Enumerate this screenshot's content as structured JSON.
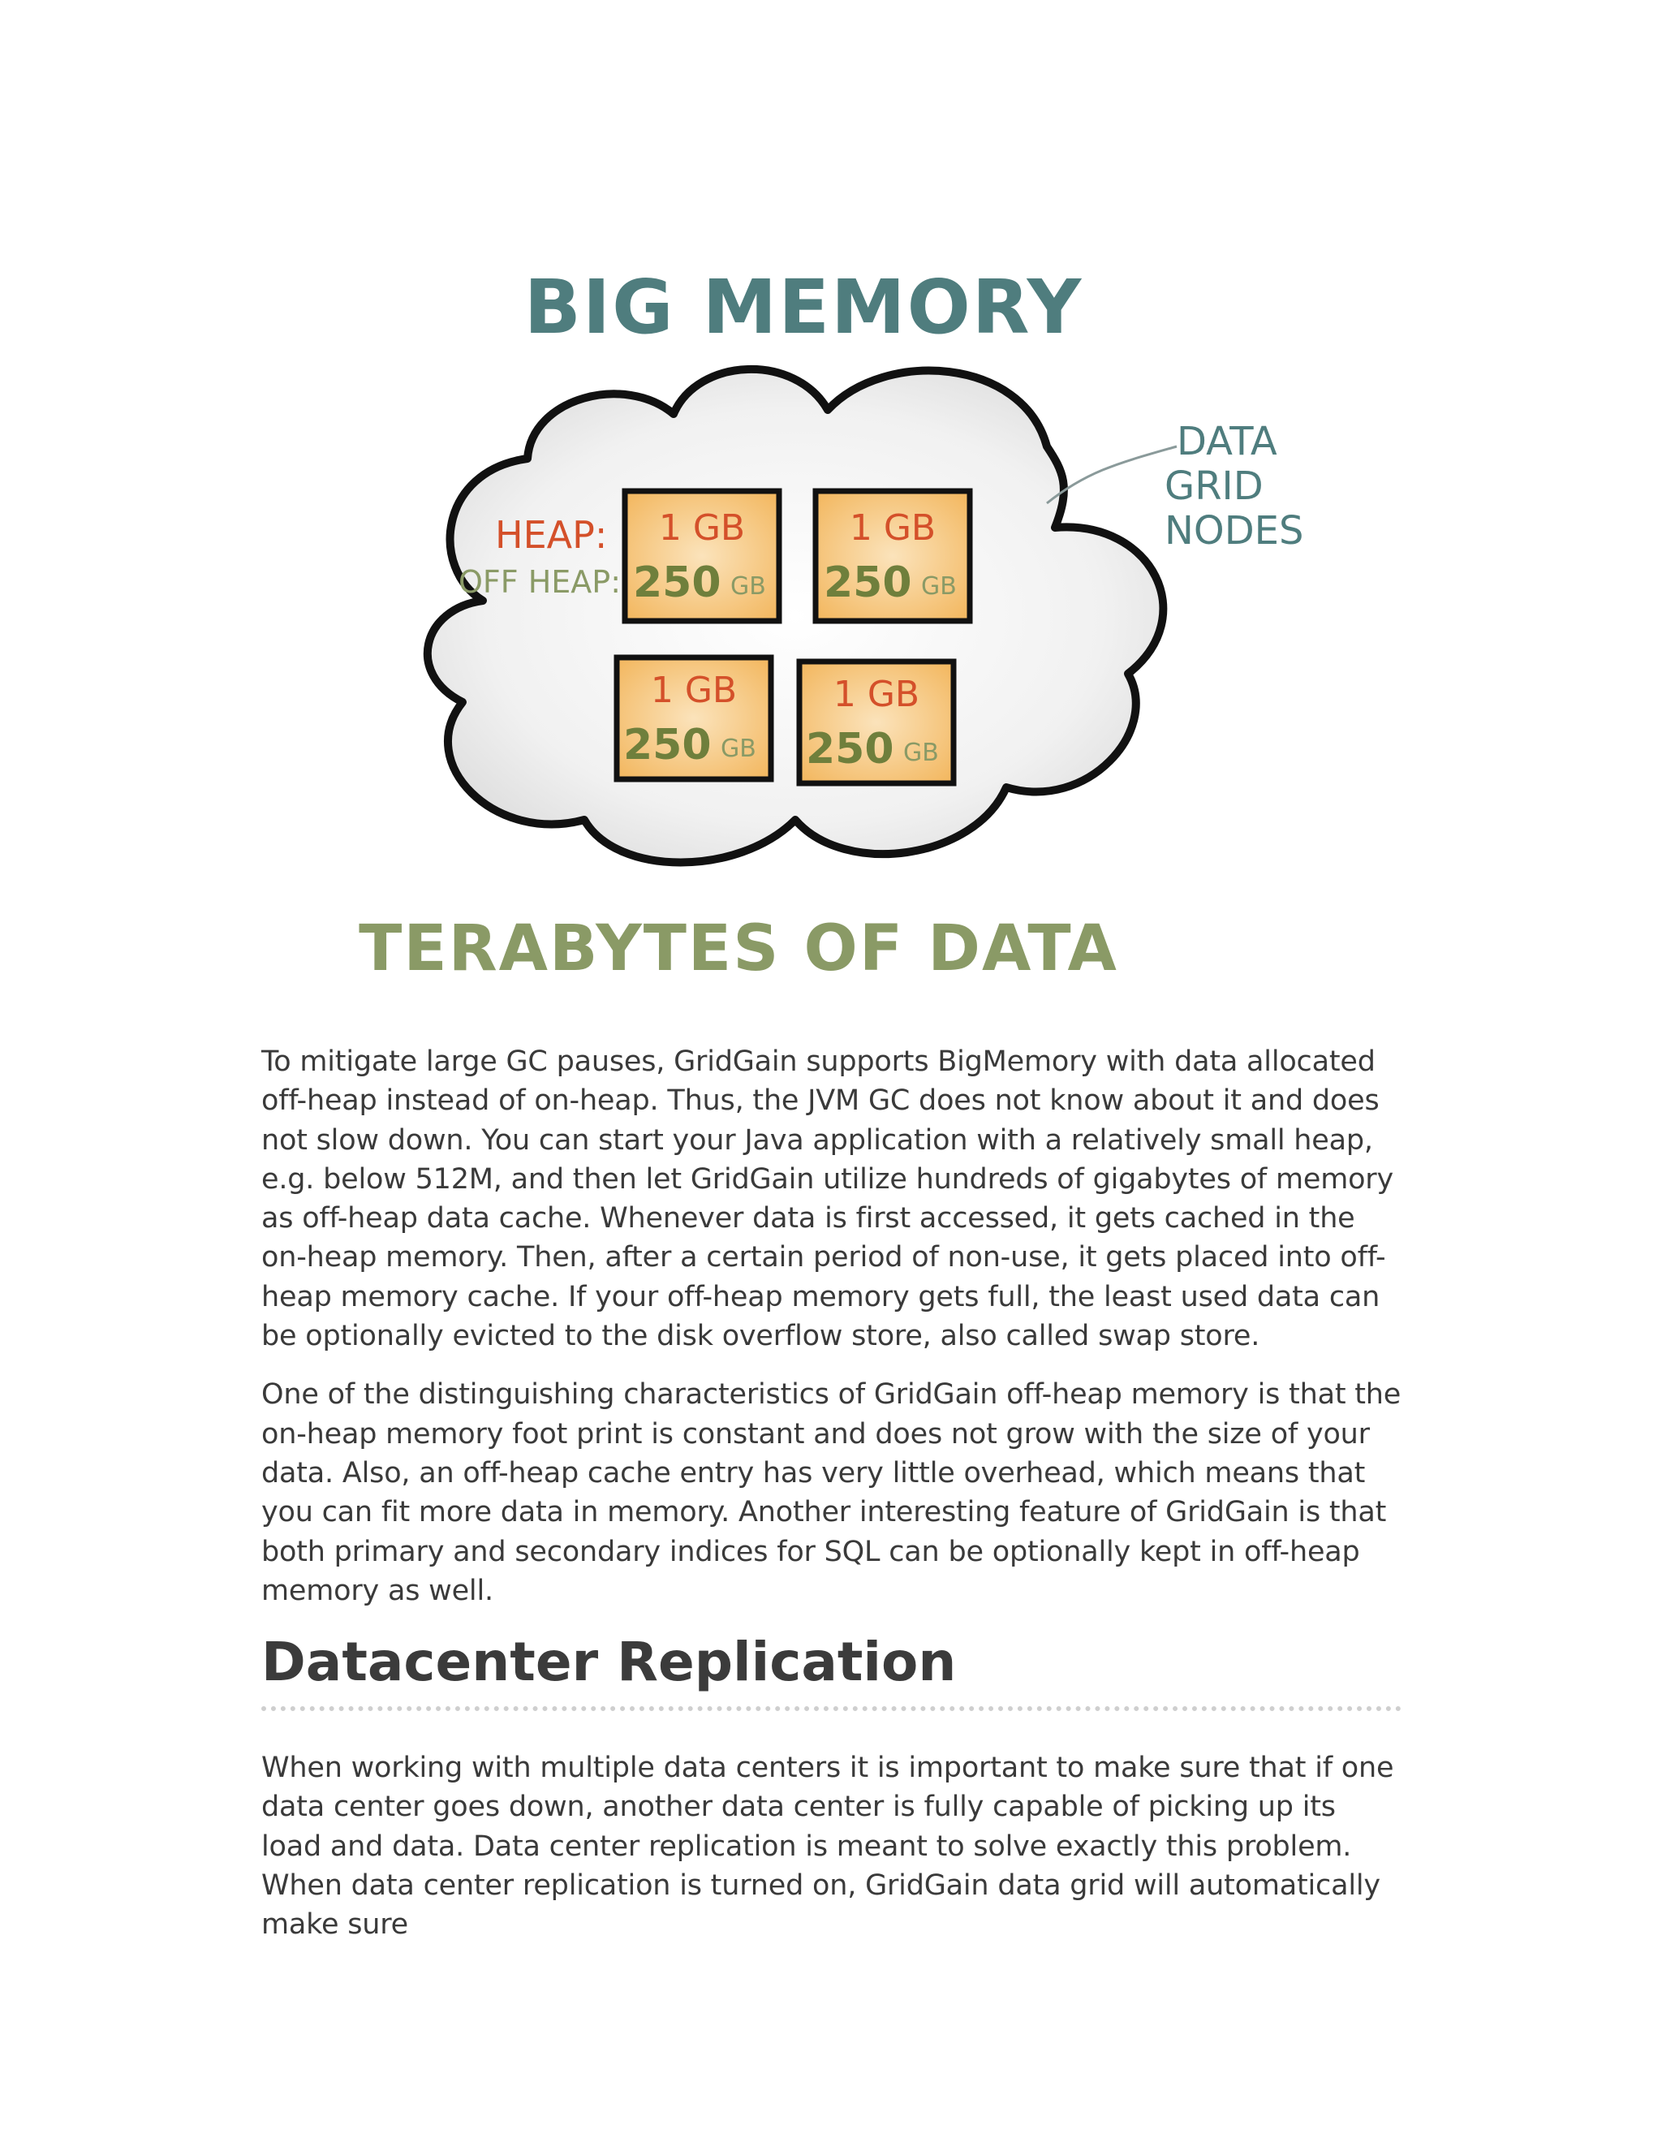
{
  "illustration": {
    "title": "BIG MEMORY",
    "caption": "TERABYTES OF DATA",
    "side_label": [
      "DATA",
      "GRID",
      "NODES"
    ],
    "heap_label": "HEAP:",
    "off_heap_label": "OFF HEAP:",
    "nodes": [
      {
        "heap": "1 GB",
        "off_heap_value": "250",
        "off_heap_unit": "GB"
      },
      {
        "heap": "1 GB",
        "off_heap_value": "250",
        "off_heap_unit": "GB"
      },
      {
        "heap": "1 GB",
        "off_heap_value": "250",
        "off_heap_unit": "GB"
      },
      {
        "heap": "1 GB",
        "off_heap_value": "250",
        "off_heap_unit": "GB"
      }
    ],
    "colors": {
      "title": "#4f7d7e",
      "caption": "#8a9a66",
      "heap": "#d4502a",
      "off_heap_value": "#6f7f3c",
      "node_fill": "#f7c98a",
      "outline": "#111111"
    }
  },
  "paragraphs": [
    "To mitigate large GC pauses, GridGain supports BigMemory with data allocated off-heap instead of on-heap. Thus, the JVM GC does not know about it and does not slow down. You can start your Java application with a relatively small heap, e.g. below 512M, and then let GridGain utilize hundreds of gigabytes of memory as off-heap data cache. Whenever data is first accessed, it gets cached in the on-heap memory. Then, after a certain period of non-use, it gets placed into off-heap memory cache. If your off-heap memory gets full, the least used data can be optionally evicted to the disk overflow store, also called swap store.",
    "One of the distinguishing characteristics of GridGain off-heap memory is that the on-heap memory foot print is constant and does not grow with the size of your data. Also, an off-heap cache entry has very little overhead, which means that you can fit more data in memory. Another interesting feature of GridGain is that both primary and secondary indices for SQL can be optionally kept in off-heap memory as well."
  ],
  "section": {
    "heading": "Datacenter Replication",
    "paragraph": "When working with multiple data centers it is important to make sure that if one data center goes down, another data center is fully capable of picking up its load and data. Data center replication is meant to solve exactly this problem. When data center replication is turned on, GridGain data grid will automatically make sure"
  }
}
